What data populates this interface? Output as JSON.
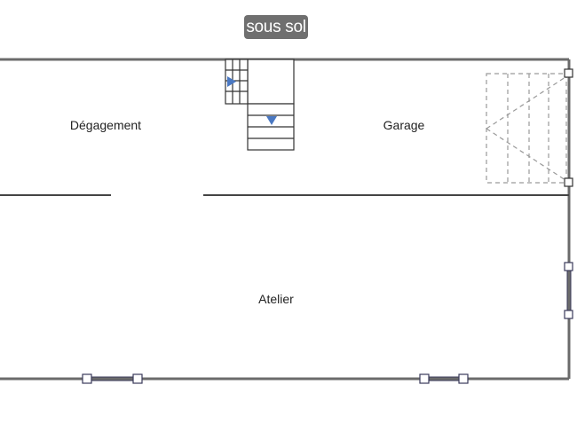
{
  "floor": {
    "name": "sous sol"
  },
  "rooms": [
    {
      "id": "degagement",
      "label": "Dégagement"
    },
    {
      "id": "garage",
      "label": "Garage"
    },
    {
      "id": "atelier",
      "label": "Atelier"
    }
  ],
  "colors": {
    "wall": "#6b6b6b",
    "stairs": "#333333",
    "stair_arrow": "#4a78c2",
    "garage_door": "#9a9a9a",
    "window_frame": "#3a3a5a",
    "badge_bg": "#6f6f6f",
    "badge_text": "#ffffff"
  }
}
